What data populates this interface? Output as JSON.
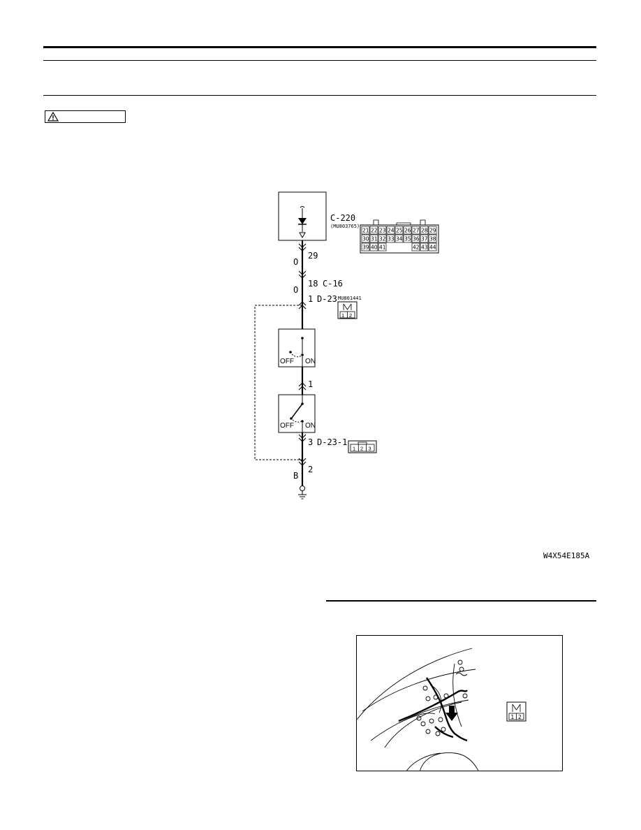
{
  "diagram": {
    "connectors": {
      "c220": {
        "id": "C-220",
        "part": "(MU803765)",
        "pin": "29",
        "pin_rows": [
          [
            "21",
            "22",
            "23",
            "24",
            "25",
            "26",
            "27",
            "28",
            "29"
          ],
          [
            "30",
            "31",
            "32",
            "33",
            "34",
            "35",
            "36",
            "37",
            "38"
          ],
          [
            "39",
            "40",
            "41",
            "",
            "",
            "",
            "42",
            "43",
            "44"
          ]
        ]
      },
      "c16": {
        "pin": "18",
        "id": "C-16"
      },
      "d23": {
        "pin": "1",
        "id": "D-23",
        "part": "MU801441",
        "pins": [
          "1",
          "2"
        ]
      },
      "sw_mid": {
        "pin": "1"
      },
      "d231": {
        "pin": "3",
        "id": "D-23-1",
        "pins": [
          "1",
          "2",
          "3"
        ]
      },
      "gnd": {
        "pin": "2"
      }
    },
    "wire_colors": {
      "upper": "O",
      "middle": "O",
      "ground": "B"
    },
    "switch_labels": {
      "off": "OFF",
      "on": "ON"
    },
    "figure_code": "W4X54E185A"
  },
  "location_view": {
    "connector_pins": [
      "1",
      "2"
    ]
  }
}
